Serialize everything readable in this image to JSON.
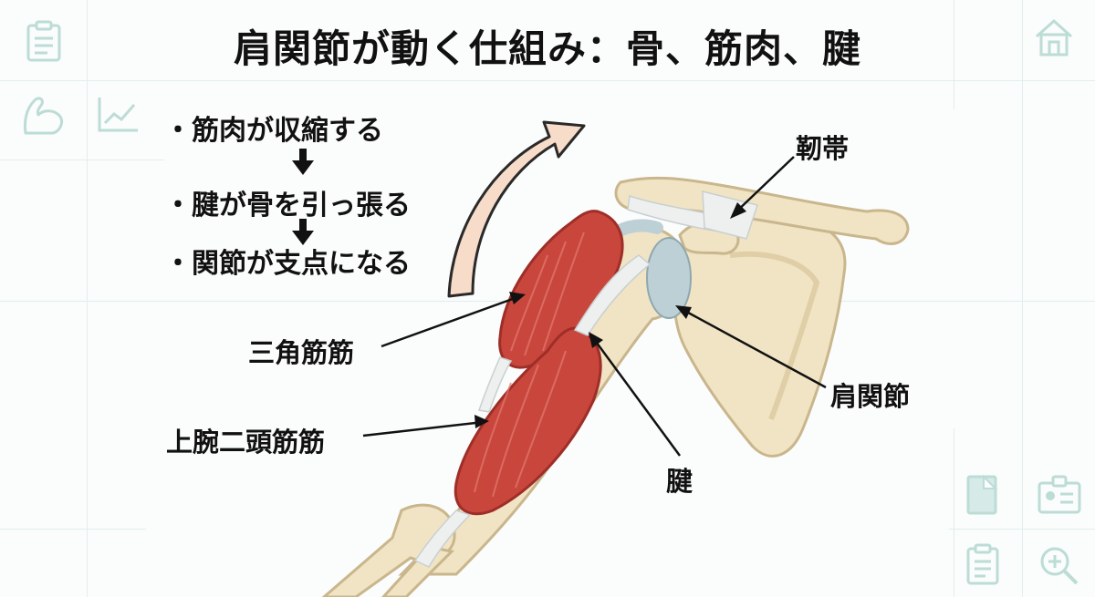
{
  "title": "肩関節が動く仕組み：骨、筋肉、腱",
  "steps": [
    "・筋肉が収縮する",
    "・腱が骨を引っ張る",
    "・関節が支点になる"
  ],
  "labels": {
    "ligament": "靭帯",
    "deltoid": "三角筋筋",
    "biceps": "上腕二頭筋筋",
    "shoulder_joint": "肩関節",
    "tendon": "腱"
  },
  "colors": {
    "bone": "#f1e4c4",
    "bone_outline": "#c9b68c",
    "muscle": "#c9463c",
    "muscle_dark": "#9e2e28",
    "tendon": "#eef0f0",
    "cartilage": "#bcd0d6",
    "motion_arrow": "#f7dcc9",
    "decor_icon": "#bcdcd6"
  },
  "icons": [
    "clipboard-icon",
    "flexed-arm-icon",
    "trend-chart-icon",
    "home-icon",
    "document-icon",
    "id-card-icon",
    "checklist-icon",
    "zoom-in-icon"
  ]
}
